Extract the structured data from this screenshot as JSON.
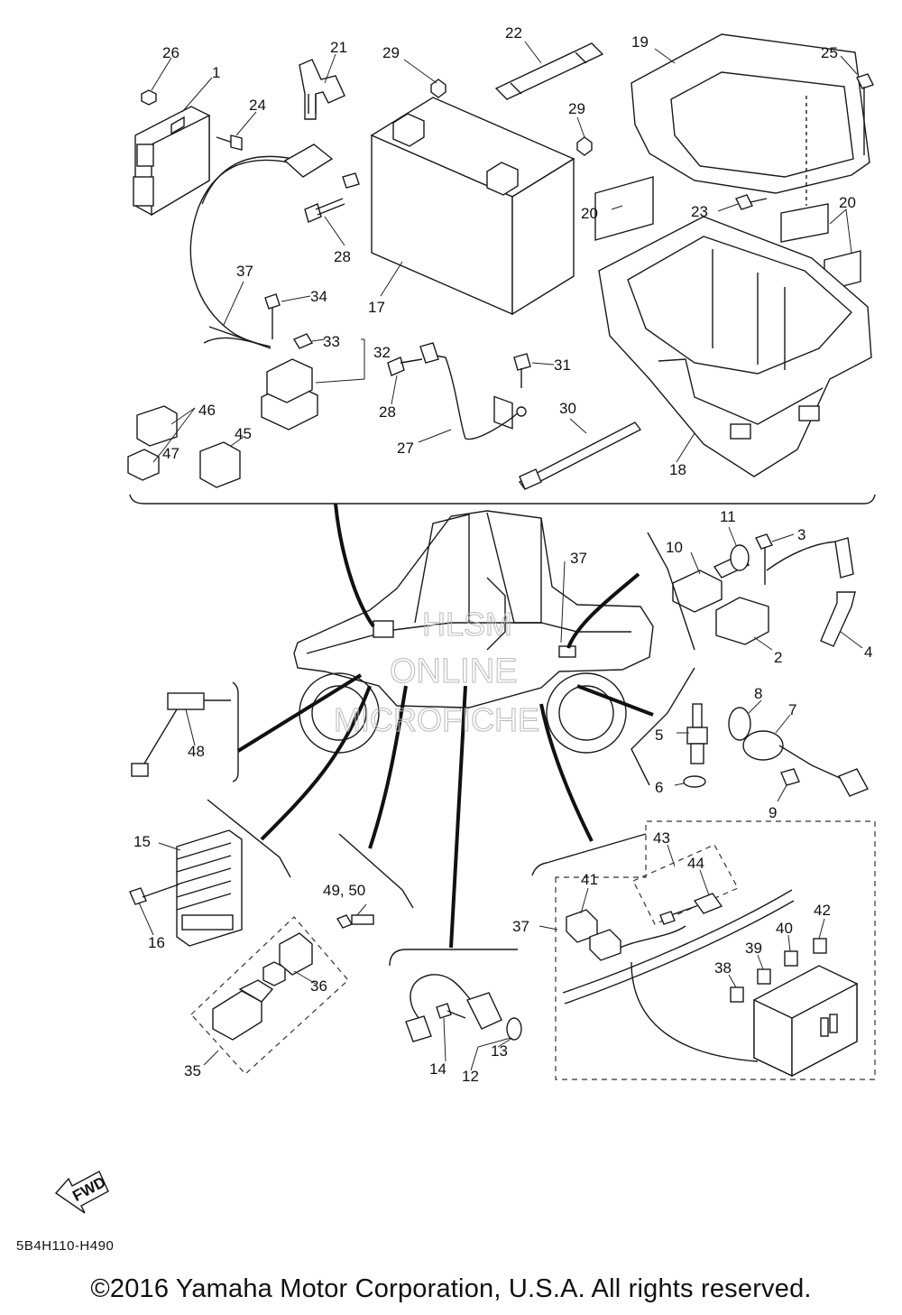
{
  "watermark": {
    "line1": "HLSM",
    "line2": "ONLINE",
    "line3": "MICROFICHE"
  },
  "fwd_label": "FWD",
  "diagram_code": "5B4H110-H490",
  "copyright": "©2016 Yamaha Motor Corporation, U.S.A. All rights reserved.",
  "callouts": {
    "c1": "1",
    "c2": "2",
    "c3": "3",
    "c4": "4",
    "c5": "5",
    "c6": "6",
    "c7": "7",
    "c8": "8",
    "c9": "9",
    "c10": "10",
    "c11": "11",
    "c12": "12",
    "c13": "13",
    "c14": "14",
    "c15": "15",
    "c16": "16",
    "c17": "17",
    "c18": "18",
    "c19": "19",
    "c20a": "20",
    "c20b": "20",
    "c21": "21",
    "c22": "22",
    "c23": "23",
    "c24": "24",
    "c25": "25",
    "c26": "26",
    "c27": "27",
    "c28a": "28",
    "c28b": "28",
    "c29a": "29",
    "c29b": "29",
    "c30": "30",
    "c31": "31",
    "c32": "32",
    "c33": "33",
    "c34": "34",
    "c35": "35",
    "c36": "36",
    "c37a": "37",
    "c37b": "37",
    "c37c": "37",
    "c38": "38",
    "c39": "39",
    "c40": "40",
    "c41": "41",
    "c42": "42",
    "c43": "43",
    "c44": "44",
    "c45": "45",
    "c46": "46",
    "c47": "47",
    "c48": "48",
    "c4950": "49, 50"
  }
}
